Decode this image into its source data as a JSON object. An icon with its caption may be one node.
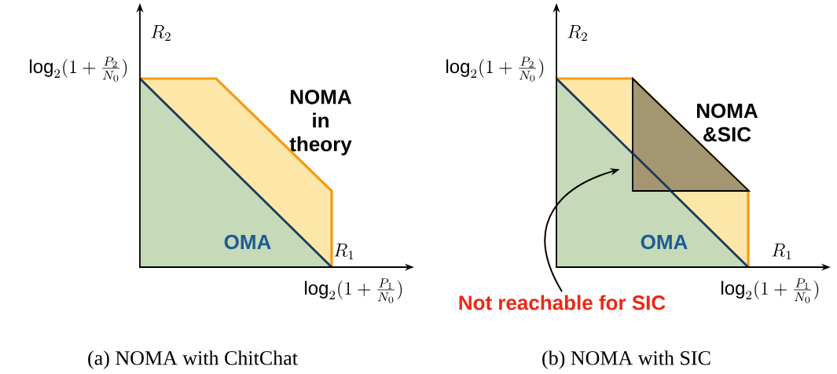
{
  "diagram": {
    "nodes": [
      {
        "text": [
          "Not reachable for SIC"
        ]
      },
      {
        "text": [],
        "shape": "triangle"
      }
    ],
    "edges": [
      {
        "from": 0,
        "to": 1,
        "arrow": "to"
      }
    ],
    "labels": [
      "R_2",
      "\\log_2(1+\\frac{P_2}{N_0})",
      "NOMA in theory",
      "OMA",
      "R_1",
      "\\log_2(1+\\frac{P_1}{N_0})",
      "(a) NOMA with ChitChat",
      "R_2",
      "\\log_2(1+\\frac{P_2}{N_0})",
      "NOMA &SIC",
      "OMA",
      "R_1",
      "\\log_2(1+\\frac{P_1}{N_0})",
      "(b) NOMA with SIC"
    ]
  }
}
